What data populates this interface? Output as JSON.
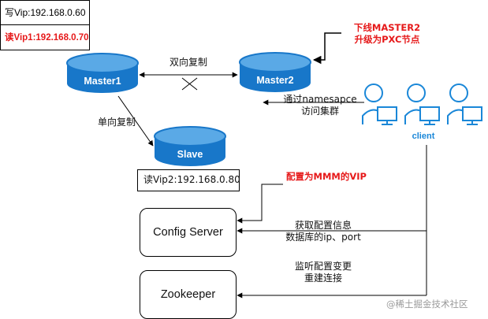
{
  "vip_box": {
    "write_vip": "写Vip:192.168.0.60",
    "read_vip1": "读Vip1:192.168.0.70"
  },
  "nodes": {
    "master1": "Master1",
    "master2": "Master2",
    "slave": "Slave",
    "config_server": "Config Server",
    "zookeeper": "Zookeeper",
    "client": "client"
  },
  "labels": {
    "bidirectional_replication": "双向复制",
    "one_way_replication": "单向复制",
    "read_vip2": "读Vip2:192.168.0.80",
    "offline_master2_line1": "下线MASTER2",
    "offline_master2_line2": "升级为PXC节点",
    "namespace_access_line1": "通过namesapce",
    "namespace_access_line2": "访问集群",
    "config_mmm_vip": "配置为MMM的VIP",
    "fetch_config_line1": "获取配置信息",
    "fetch_config_line2": "数据库的ip、port",
    "watch_config_line1": "监听配置变更",
    "watch_config_line2": "重建连接"
  },
  "watermark": "@稀土掘金技术社区",
  "colors": {
    "db_blue": "#1877c9",
    "db_light": "#5aa9e6",
    "client_blue": "#1a87d8",
    "highlight_red": "#e6191a"
  }
}
